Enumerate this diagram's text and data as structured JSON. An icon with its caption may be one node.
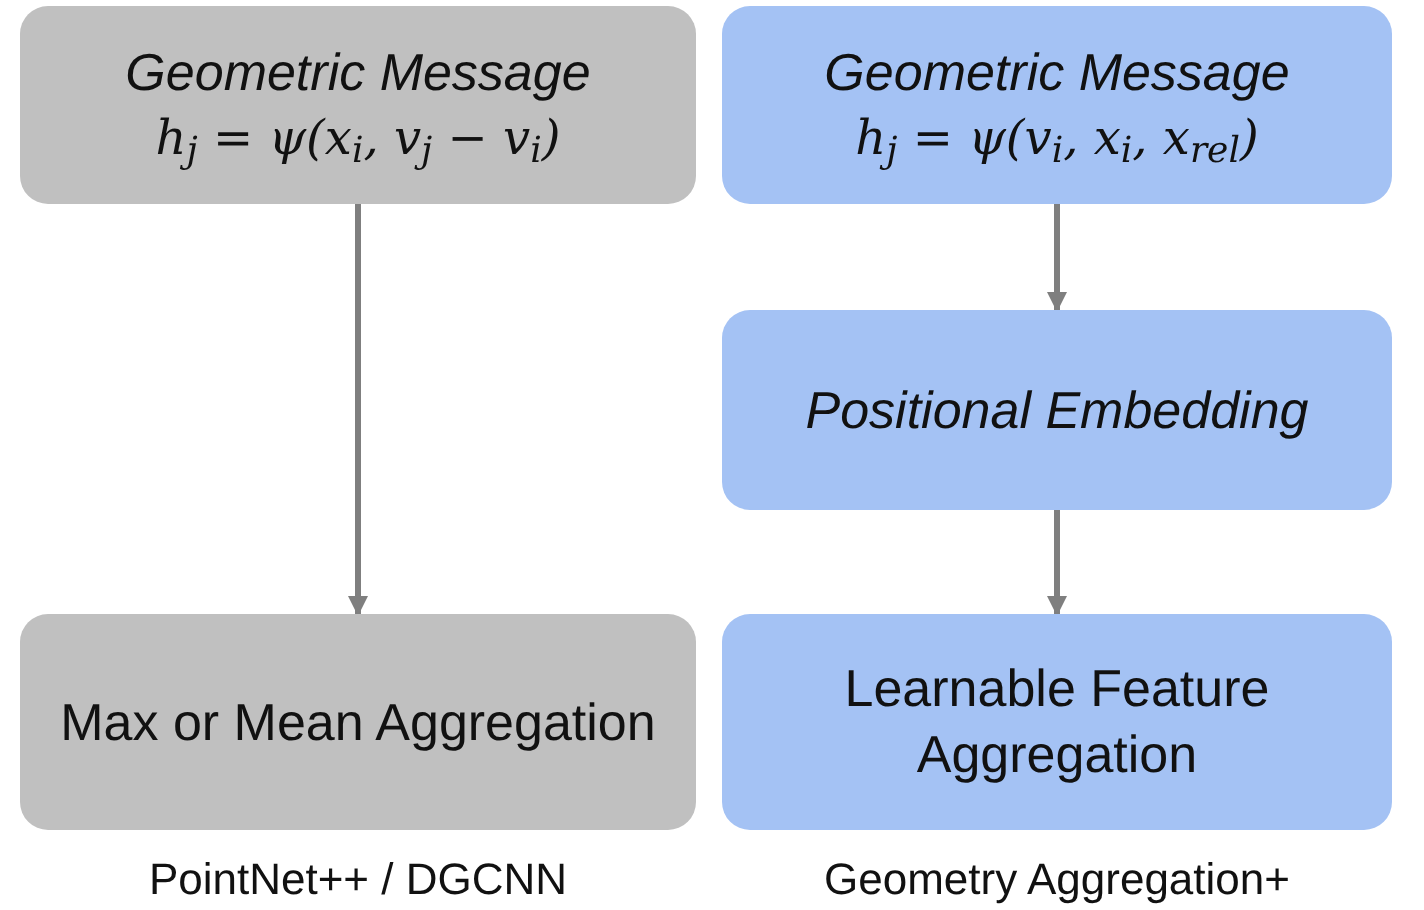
{
  "diagram": {
    "nodes": [
      {
        "text": [
          "Geometric Message",
          "h$_{j}$ = ψ(x$_{i}$, v$_{j}$ − v$_{i}$)"
        ]
      },
      {
        "text": [
          "Max or Mean Aggregation"
        ]
      },
      {
        "text": [
          "Geometric Message",
          "h$_{j}$ = ψ(v$_{i}$, x$_{i}$, x$_{rel}$)"
        ]
      },
      {
        "text": [
          "Positional Embedding"
        ]
      },
      {
        "text": [
          "Learnable Feature Aggregation"
        ]
      }
    ],
    "edges": [
      {
        "from": 0,
        "to": 1,
        "arrow": "to"
      },
      {
        "from": 2,
        "to": 3,
        "arrow": "to"
      },
      {
        "from": 3,
        "to": 4,
        "arrow": "to"
      }
    ],
    "labels": [
      "PointNet++ / DGCNN",
      "Geometry Aggregation+"
    ]
  }
}
